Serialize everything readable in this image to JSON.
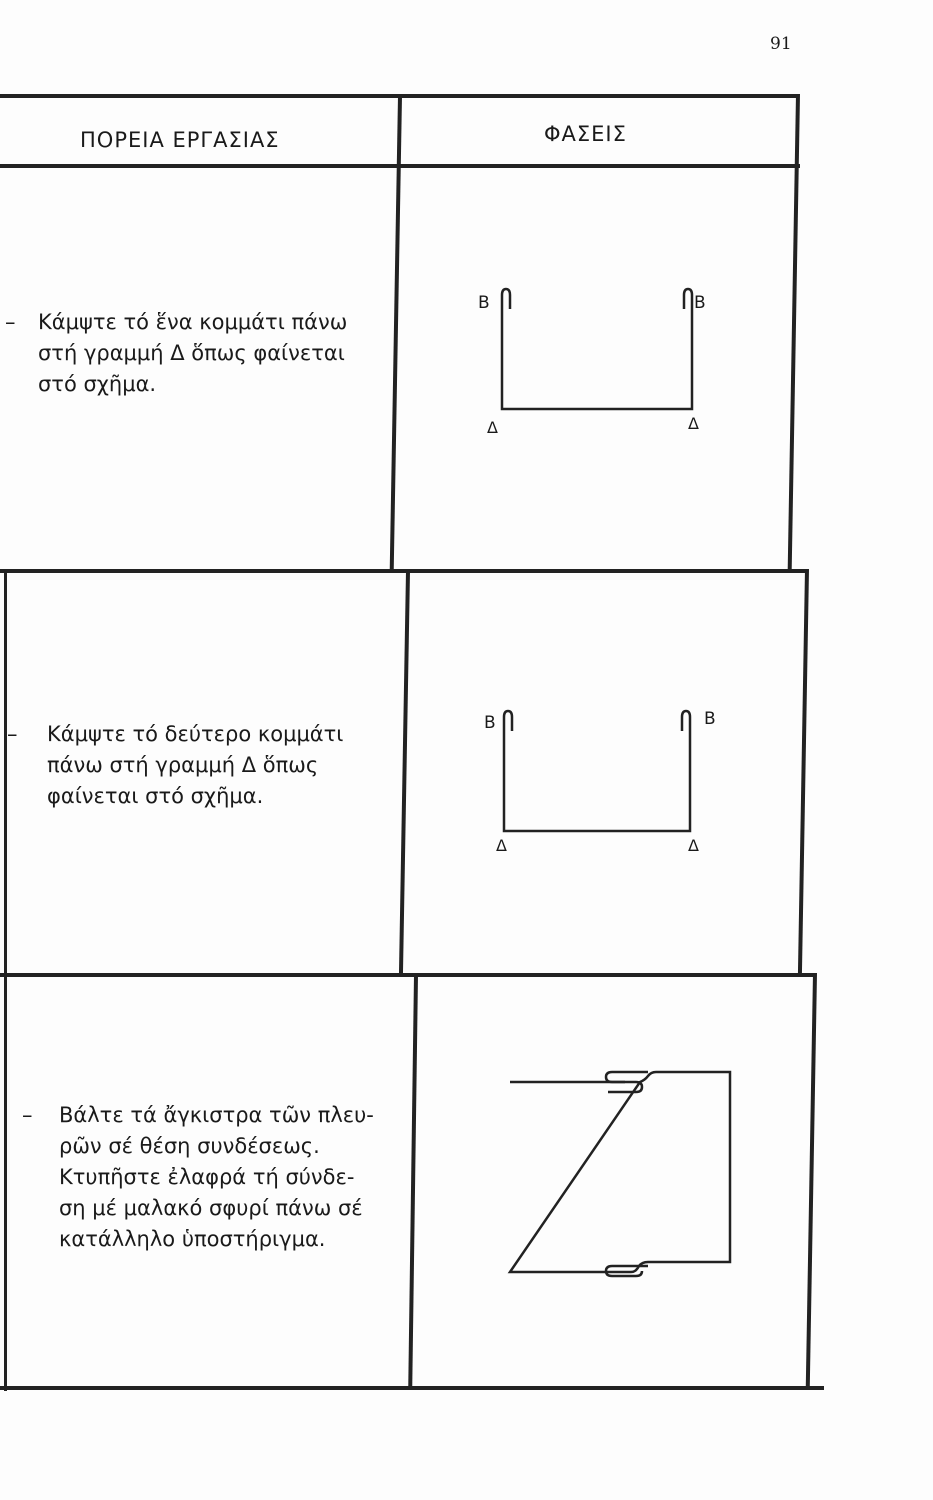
{
  "page_number": "91",
  "headers": {
    "left": "ΠΟΡΕΙΑ ΕΡΓΑΣΙΑΣ",
    "right": "ΦΑΣΕΙΣ"
  },
  "rows": [
    {
      "dash": "–",
      "lines": [
        "Κάμψτε τό ἕνα κομμάτι πάνω",
        "στή γραμμή Δ ὅπως φαίνεται",
        "στό σχῆμα."
      ],
      "labels": {
        "top_left": "Β",
        "top_right": "Β",
        "bottom_left": "Δ",
        "bottom_right": "Δ"
      }
    },
    {
      "dash": "–",
      "lines": [
        "Κάμψτε τό δεύτερο κομμάτι",
        "πάνω στή γραμμή Δ ὅπως",
        "φαίνεται στό σχῆμα."
      ],
      "labels": {
        "top_left": "Β",
        "top_right": "Β",
        "bottom_left": "Δ",
        "bottom_right": "Δ"
      }
    },
    {
      "dash": "–",
      "lines": [
        "Βάλτε τά ἄγκιστρα τῶν πλευ-",
        "ρῶν σέ θέση συνδέσεως.",
        "Κτυπῆστε ἐλαφρά τή σύνδε-",
        "ση μέ μαλακό σφυρί πάνω σέ",
        "κατάλληλο ὑποστήριγμα."
      ]
    }
  ]
}
